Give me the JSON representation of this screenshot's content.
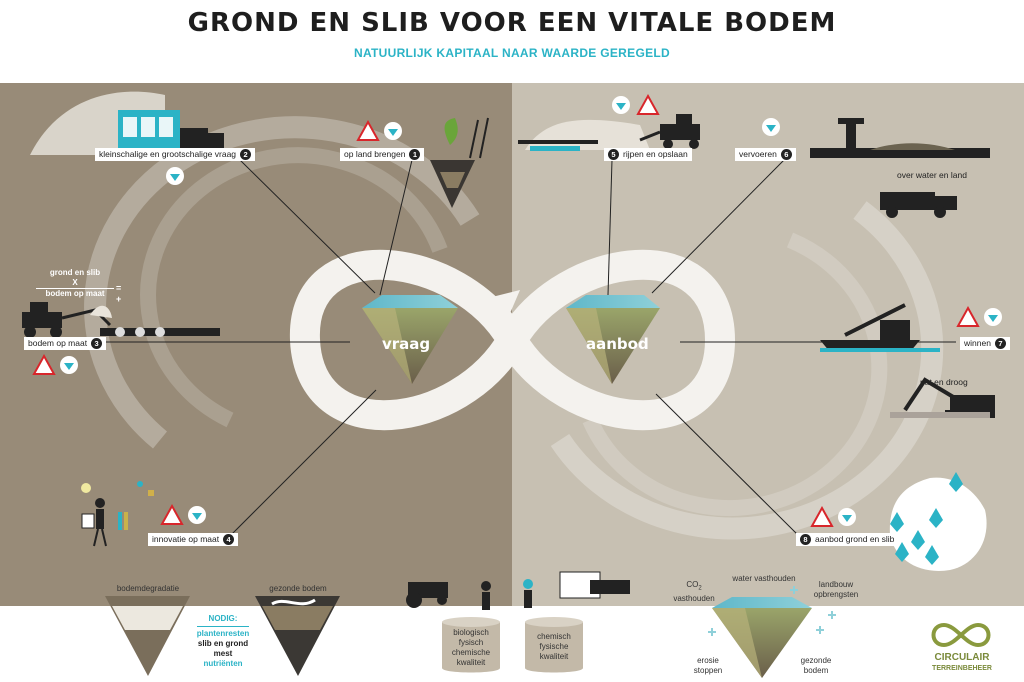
{
  "header": {
    "title": "GROND EN SLIB VOOR EEN VITALE BODEM",
    "subtitle": "NATUURLIJK KAPITAAL NAAR WAARDE GEREGELD"
  },
  "center": {
    "left_label": "vraag",
    "right_label": "aanbod"
  },
  "steps": [
    {
      "number": "1",
      "label": "op land brengen"
    },
    {
      "number": "2",
      "label": "kleinschalige en grootschalige vraag"
    },
    {
      "number": "3",
      "label": "bodem op maat"
    },
    {
      "number": "4",
      "label": "innovatie op maat"
    },
    {
      "number": "5",
      "label": "rijpen en opslaan"
    },
    {
      "number": "6",
      "label": "vervoeren"
    },
    {
      "number": "7",
      "label": "winnen"
    },
    {
      "number": "8",
      "label": "aanbod grond en slib"
    }
  ],
  "notes": {
    "water_land": "over water en land",
    "nat_droog": "nat en droog"
  },
  "formula": {
    "top": "grond en slib",
    "times": "X",
    "bottom": "bodem op maat",
    "equals": "=",
    "plus": "+"
  },
  "bottom": {
    "degradation": "bodemdegradatie",
    "healthy": "gezonde bodem",
    "nodig_title": "NODIG:",
    "nodig_items": [
      "plantenresten",
      "slib en grond",
      "mest",
      "nutriënten"
    ],
    "can_left": [
      "biologisch",
      "fysisch",
      "chemische",
      "kwaliteit"
    ],
    "can_right": [
      "chemisch",
      "fysische",
      "kwaliteit"
    ],
    "benefits": {
      "co2_a": "CO",
      "co2_sub": "2",
      "co2_b": "vasthouden",
      "water": "water vasthouden",
      "landbouw_a": "landbouw",
      "landbouw_b": "opbrengsten",
      "erosie_a": "erosie",
      "erosie_b": "stoppen",
      "gezond_a": "gezonde",
      "gezond_b": "bodem"
    }
  },
  "logo": {
    "line1": "CIRCULAIR",
    "line2": "TERREINBEHEER"
  },
  "colors": {
    "accent": "#2bb3c6",
    "left_panel": "#988b78",
    "right_panel": "#c7c0b2",
    "warning_red": "#d8262b",
    "logo_green": "#7a8a3a"
  }
}
